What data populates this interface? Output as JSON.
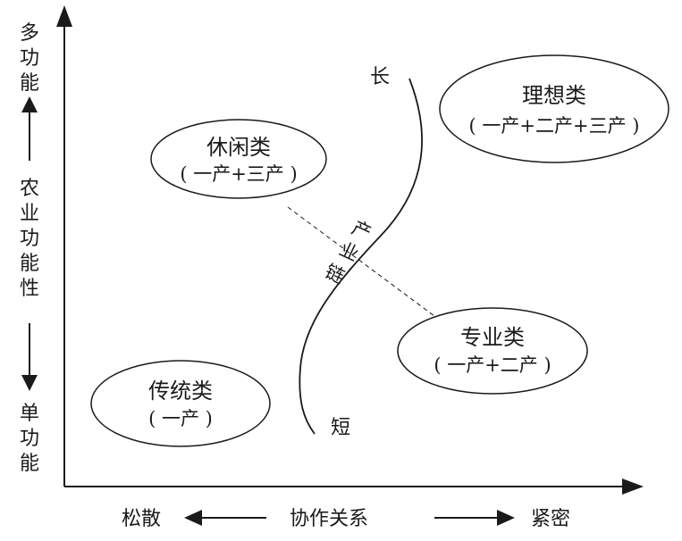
{
  "y_axis": {
    "top": [
      "多",
      "功",
      "能"
    ],
    "middle": [
      "农",
      "业",
      "功",
      "能",
      "性"
    ],
    "bottom": [
      "单",
      "功",
      "能"
    ]
  },
  "x_axis": {
    "left": "松散",
    "middle": "协作关系",
    "right": "紧密"
  },
  "chain": {
    "long_end": "长",
    "short_end": "短",
    "label": [
      "产",
      "业",
      "链"
    ]
  },
  "nodes": {
    "leisure": {
      "title": "休闲类",
      "detail": "( 一产+三产 )"
    },
    "ideal": {
      "title": "理想类",
      "detail": "( 一产+二产+三产 )"
    },
    "specialized": {
      "title": "专业类",
      "detail": "( 一产+二产 )"
    },
    "traditional": {
      "title": "传统类",
      "detail": "( 一产 )"
    }
  },
  "colors": {
    "ink": "#1a1a1a",
    "background": "#ffffff"
  }
}
